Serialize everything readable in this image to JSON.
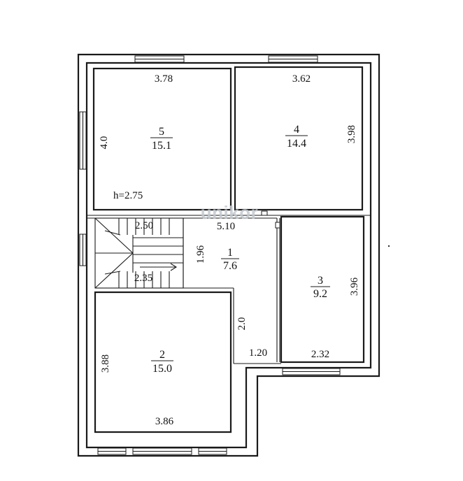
{
  "watermark": "unikor",
  "ceiling_height": "h=2.75",
  "rooms": [
    {
      "id": "5",
      "number": "5",
      "area": "15.1",
      "width": "3.78",
      "depth": "4.0"
    },
    {
      "id": "4",
      "number": "4",
      "area": "14.4",
      "width": "3.62",
      "depth": "3.98"
    },
    {
      "id": "1",
      "number": "1",
      "area": "7.6",
      "width": "5.10",
      "depth": "1.96",
      "extra": [
        "2.0",
        "1.20"
      ]
    },
    {
      "id": "3",
      "number": "3",
      "area": "9.2",
      "width": "2.32",
      "depth": "3.96"
    },
    {
      "id": "2",
      "number": "2",
      "area": "15.0",
      "width": "3.86",
      "depth": "3.88"
    }
  ],
  "stair": {
    "top": "2.50",
    "bottom": "2.35"
  }
}
